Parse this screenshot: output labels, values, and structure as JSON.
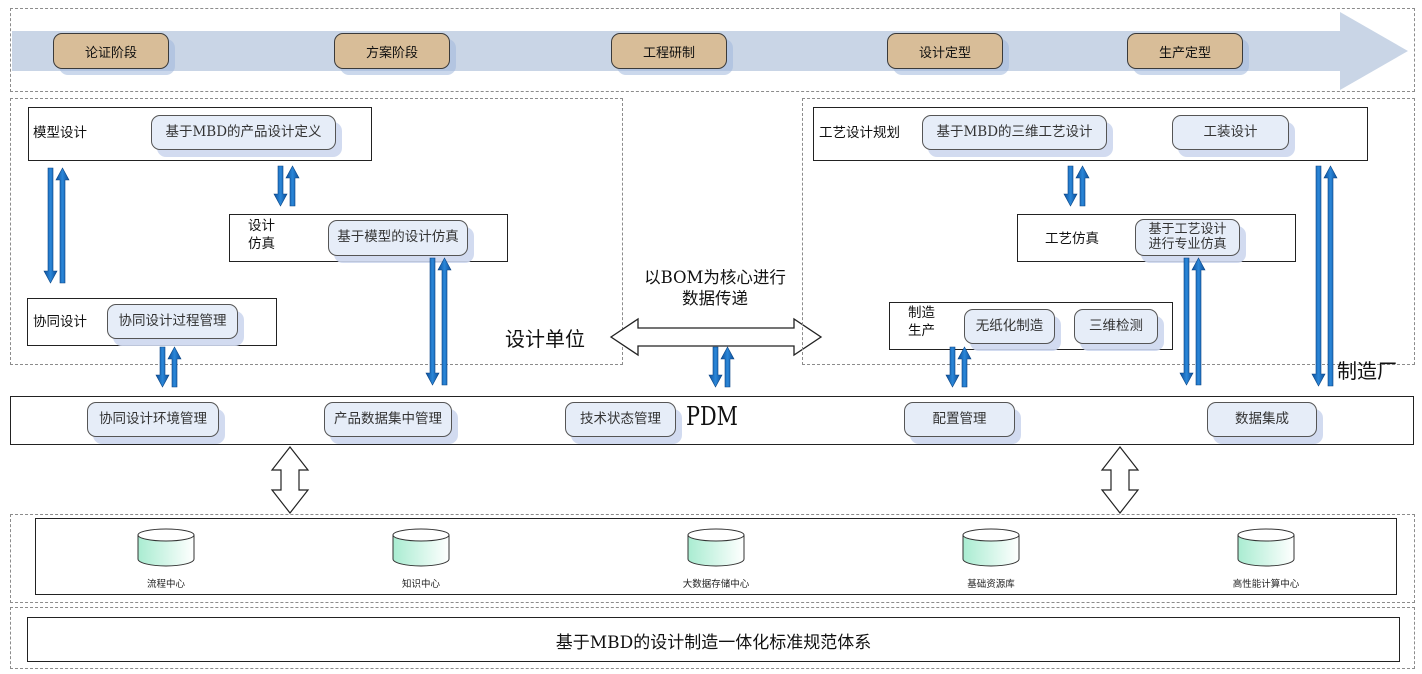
{
  "timeline": {
    "phases": [
      "论证阶段",
      "方案阶段",
      "工程研制",
      "设计定型",
      "生产定型"
    ]
  },
  "design_unit": {
    "title": "设计单位",
    "model_design": {
      "label": "模型设计",
      "item": "基于MBD的产品设计定义"
    },
    "design_simulation": {
      "label": "设计\n仿真",
      "item": "基于模型的设计仿真"
    },
    "collaborative_design": {
      "label": "协同设计",
      "item": "协同设计过程管理"
    }
  },
  "bom_exchange": {
    "caption_line1": "以BOM为核心进行",
    "caption_line2": "数据传递"
  },
  "factory": {
    "title": "制造厂",
    "process_planning": {
      "label": "工艺设计规划",
      "items": [
        "基于MBD的三维工艺设计",
        "工装设计"
      ]
    },
    "process_simulation": {
      "label": "工艺仿真",
      "item_line1": "基于工艺设计",
      "item_line2": "进行专业仿真"
    },
    "manufacturing": {
      "label_line1": "制造",
      "label_line2": "生产",
      "items": [
        "无纸化制造",
        "三维检测"
      ]
    }
  },
  "pdm": {
    "title": "PDM",
    "modules": [
      "协同设计环境管理",
      "产品数据集中管理",
      "技术状态管理",
      "配置管理",
      "数据集成"
    ]
  },
  "data_centers": [
    "流程中心",
    "知识中心",
    "大数据存储中心",
    "基础资源库",
    "高性能计算中心"
  ],
  "standards": {
    "title": "基于MBD的设计制造一体化标准规范体系"
  },
  "colors": {
    "arrow_blue": "#1565b8",
    "phase_fill": "#d8bd98",
    "band": "#c9d5e6",
    "pill_fill": "#e6edf8",
    "db_fill": "#bff0dc"
  }
}
